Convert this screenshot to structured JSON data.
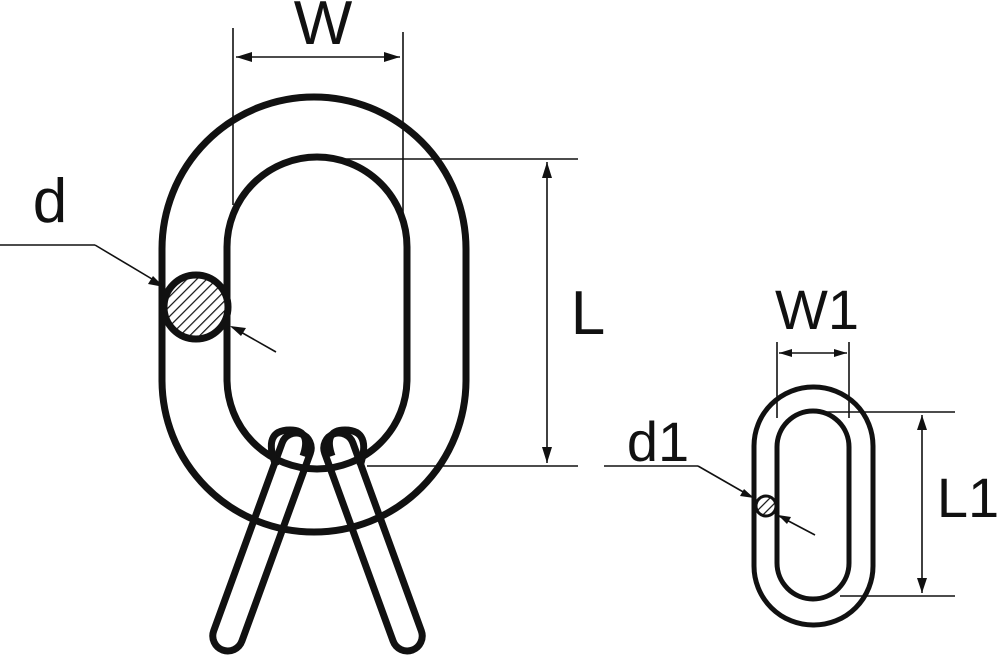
{
  "labels": {
    "master_link": {
      "width": "W",
      "length": "L",
      "diameter": "d"
    },
    "sub_link": {
      "width": "W1",
      "length": "L1",
      "diameter": "d1"
    }
  },
  "colors": {
    "line": "#111111",
    "background": "#ffffff"
  }
}
